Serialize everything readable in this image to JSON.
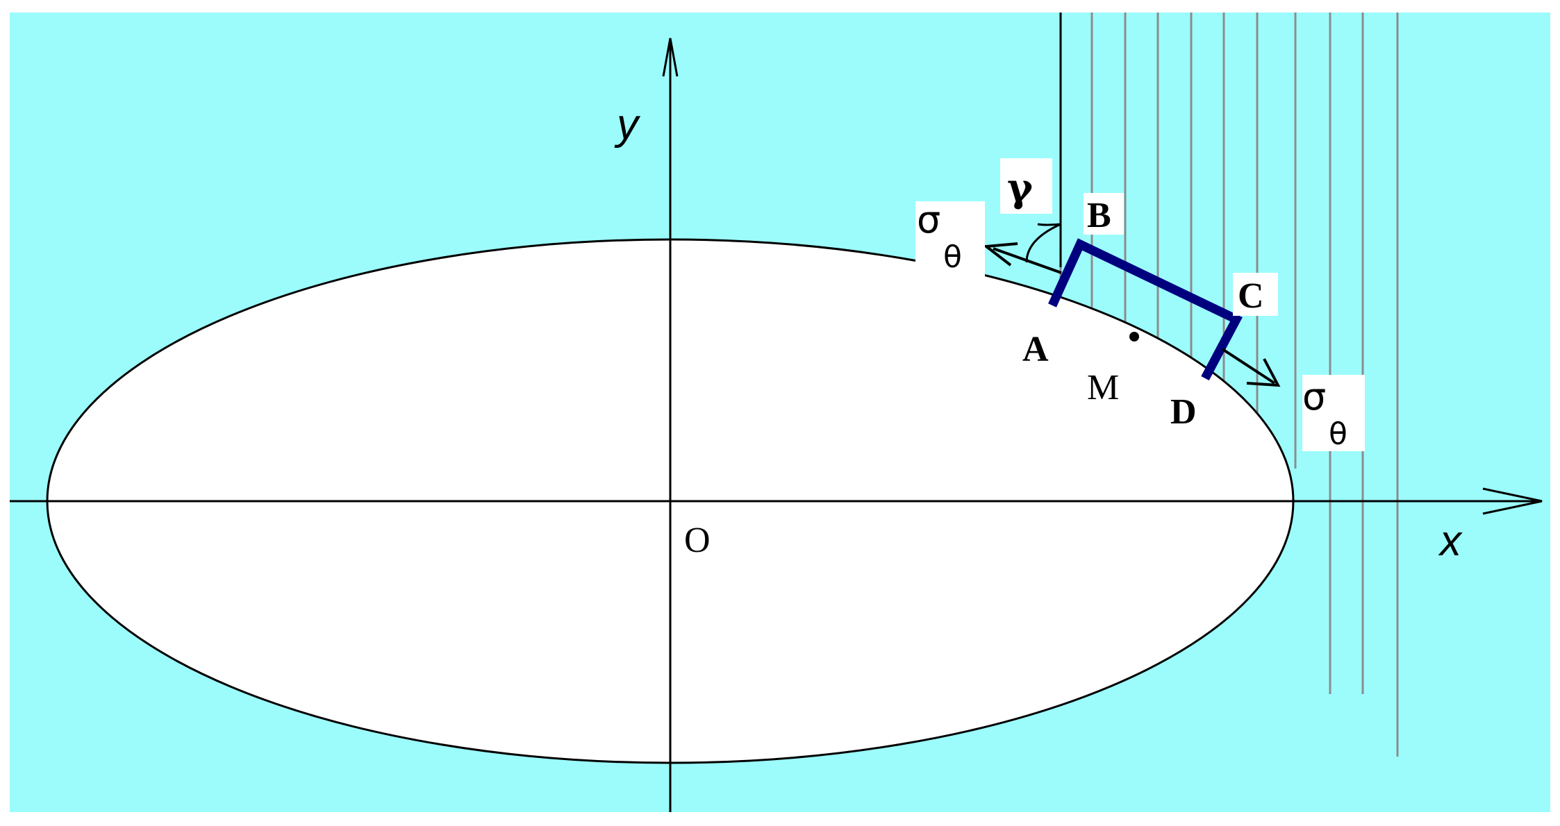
{
  "colors": {
    "background": "#9cfcfc",
    "ellipse_fill": "#ffffff",
    "line": "#000000",
    "element_outline": "#00007f",
    "hatch": "#8c8c8c"
  },
  "labels": {
    "y_axis": "y",
    "x_axis": "x",
    "origin": "O",
    "point_a": "A",
    "point_b": "B",
    "point_c": "C",
    "point_d": "D",
    "point_m": "M",
    "gamma": "γ",
    "sigma_left": "σ",
    "sigma_left_sub": "θ",
    "sigma_right": "σ",
    "sigma_right_sub": "θ"
  }
}
